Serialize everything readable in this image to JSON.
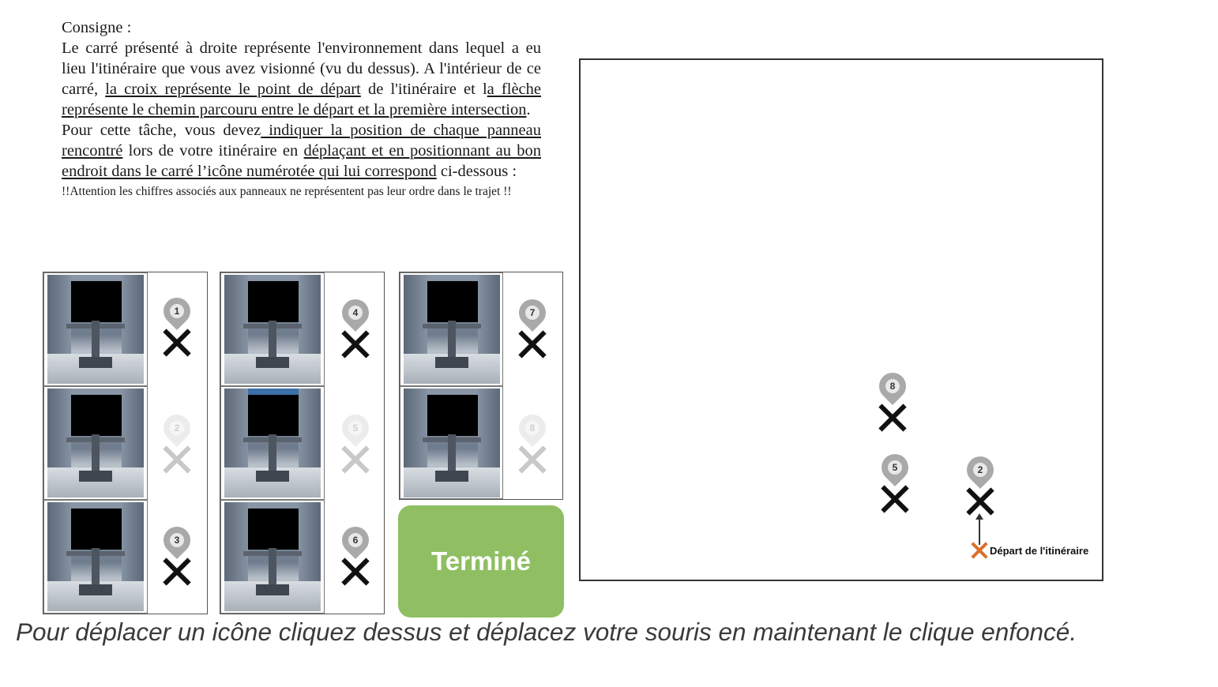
{
  "instructions": {
    "title": "Consigne :",
    "p1_a": "Le carré présenté à droite représente l'environnement dans lequel a eu lieu l'itinéraire que vous avez visionné (vu du dessus). A l'intérieur de ce carré, ",
    "p1_u1": "la croix représente le point de départ",
    "p1_b": " de l'itinéraire et l",
    "p1_u2": "a flèche représente le chemin parcouru entre le départ et la première intersection",
    "p1_c": ".",
    "p2_a": "Pour cette tâche, vous devez",
    "p2_u1": " indiquer la position de chaque panneau rencontré",
    "p2_b": " lors de votre itinéraire en ",
    "p2_u2": "déplaçant et en positionnant au bon endroit dans le carré l’icône numérotée qui lui correspond",
    "p2_c": " ci-dessous :",
    "warning": "!!Attention les chiffres associés aux panneaux ne représentent pas leur ordre dans le trajet !!"
  },
  "panels": [
    {
      "number": "1",
      "placed": false
    },
    {
      "number": "2",
      "placed": true
    },
    {
      "number": "3",
      "placed": false
    },
    {
      "number": "4",
      "placed": false
    },
    {
      "number": "5",
      "placed": true
    },
    {
      "number": "6",
      "placed": false
    },
    {
      "number": "7",
      "placed": false
    },
    {
      "number": "8",
      "placed": true
    }
  ],
  "done_button": {
    "label": "Terminé",
    "color": "#8fbf62"
  },
  "map": {
    "start_label": "Départ de l'itinéraire",
    "start_color": "#d9702a",
    "placed_markers": [
      {
        "number": "8"
      },
      {
        "number": "5"
      },
      {
        "number": "2"
      }
    ]
  },
  "footer": {
    "hint": "Pour déplacer un icône cliquez dessus et déplacez votre souris en maintenant le clique enfoncé."
  }
}
